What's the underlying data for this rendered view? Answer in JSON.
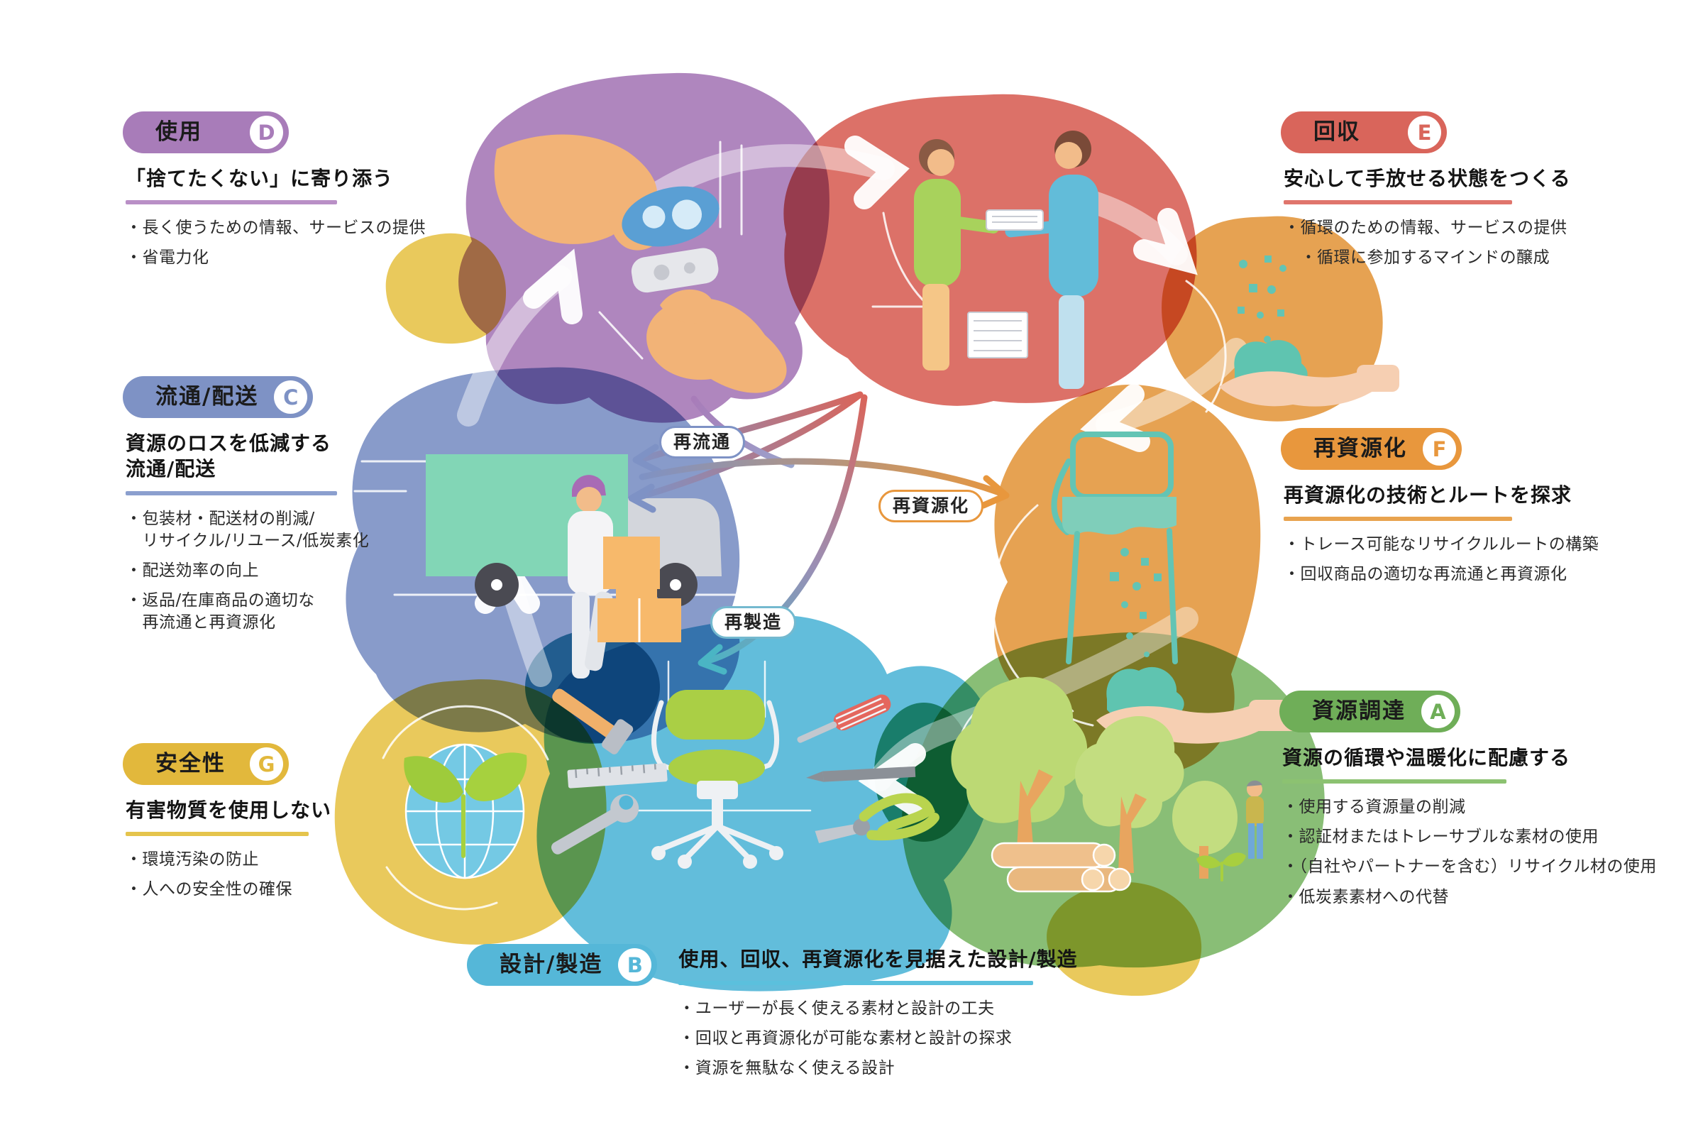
{
  "diagram": {
    "title_hint": "product circular lifecycle diagram",
    "palette": {
      "purple": "#a87cb9",
      "red": "#d9655b",
      "blue": "#7e92c5",
      "orange": "#e8973d",
      "green": "#6fae58",
      "yellow": "#e2b83c",
      "cyan": "#55b7d8",
      "teal": "#4ab5c4"
    },
    "center_labels": {
      "redistribution": "再流通",
      "rematerialization": "再資源化",
      "remanufacturing": "再製造"
    },
    "sections": {
      "use": {
        "label": "使用",
        "letter": "D",
        "heading": "「捨てたくない」に寄り添う",
        "bullets": [
          "・長く使うための情報、サービスの提供",
          "・省電力化"
        ],
        "color": "#a87cb9"
      },
      "collection": {
        "label": "回収",
        "letter": "E",
        "heading": "安心して手放せる状態をつくる",
        "bullets": [
          "・循環のための情報、サービスの提供",
          "　・循環に参加するマインドの醸成"
        ],
        "color": "#d9655b"
      },
      "distribution": {
        "label": "流通/配送",
        "letter": "C",
        "heading": "資源のロスを低減する\n流通/配送",
        "bullets": [
          "・包装材・配送材の削減/\n　リサイクル/リユース/低炭素化",
          "・配送効率の向上",
          "・返品/在庫商品の適切な\n　再流通と再資源化"
        ],
        "color": "#7e92c5"
      },
      "rematerialization": {
        "label": "再資源化",
        "letter": "F",
        "heading": "再資源化の技術とルートを探求",
        "bullets": [
          "・トレース可能なリサイクルルートの構築",
          "・回収商品の適切な再流通と再資源化"
        ],
        "color": "#e8973d"
      },
      "sourcing": {
        "label": "資源調達",
        "letter": "A",
        "heading": "資源の循環や温暖化に配慮する",
        "bullets": [
          "・使用する資源量の削減",
          "・認証材またはトレーサブルな素材の使用",
          "・（自社やパートナーを含む）リサイクル材の使用",
          "・低炭素素材への代替"
        ],
        "color": "#6fae58"
      },
      "safety": {
        "label": "安全性",
        "letter": "G",
        "heading": "有害物質を使用しない",
        "bullets": [
          "・環境汚染の防止",
          "・人への安全性の確保"
        ],
        "color": "#e2b83c"
      },
      "design": {
        "label": "設計/製造",
        "letter": "B",
        "heading": "使用、回収、再資源化を見据えた設計/製造",
        "bullets": [
          "・ユーザーが長く使える素材と設計の工夫",
          "・回収と再資源化が可能な素材と設計の探求",
          "・資源を無駄なく使える設計"
        ],
        "color": "#55b7d8"
      }
    }
  }
}
